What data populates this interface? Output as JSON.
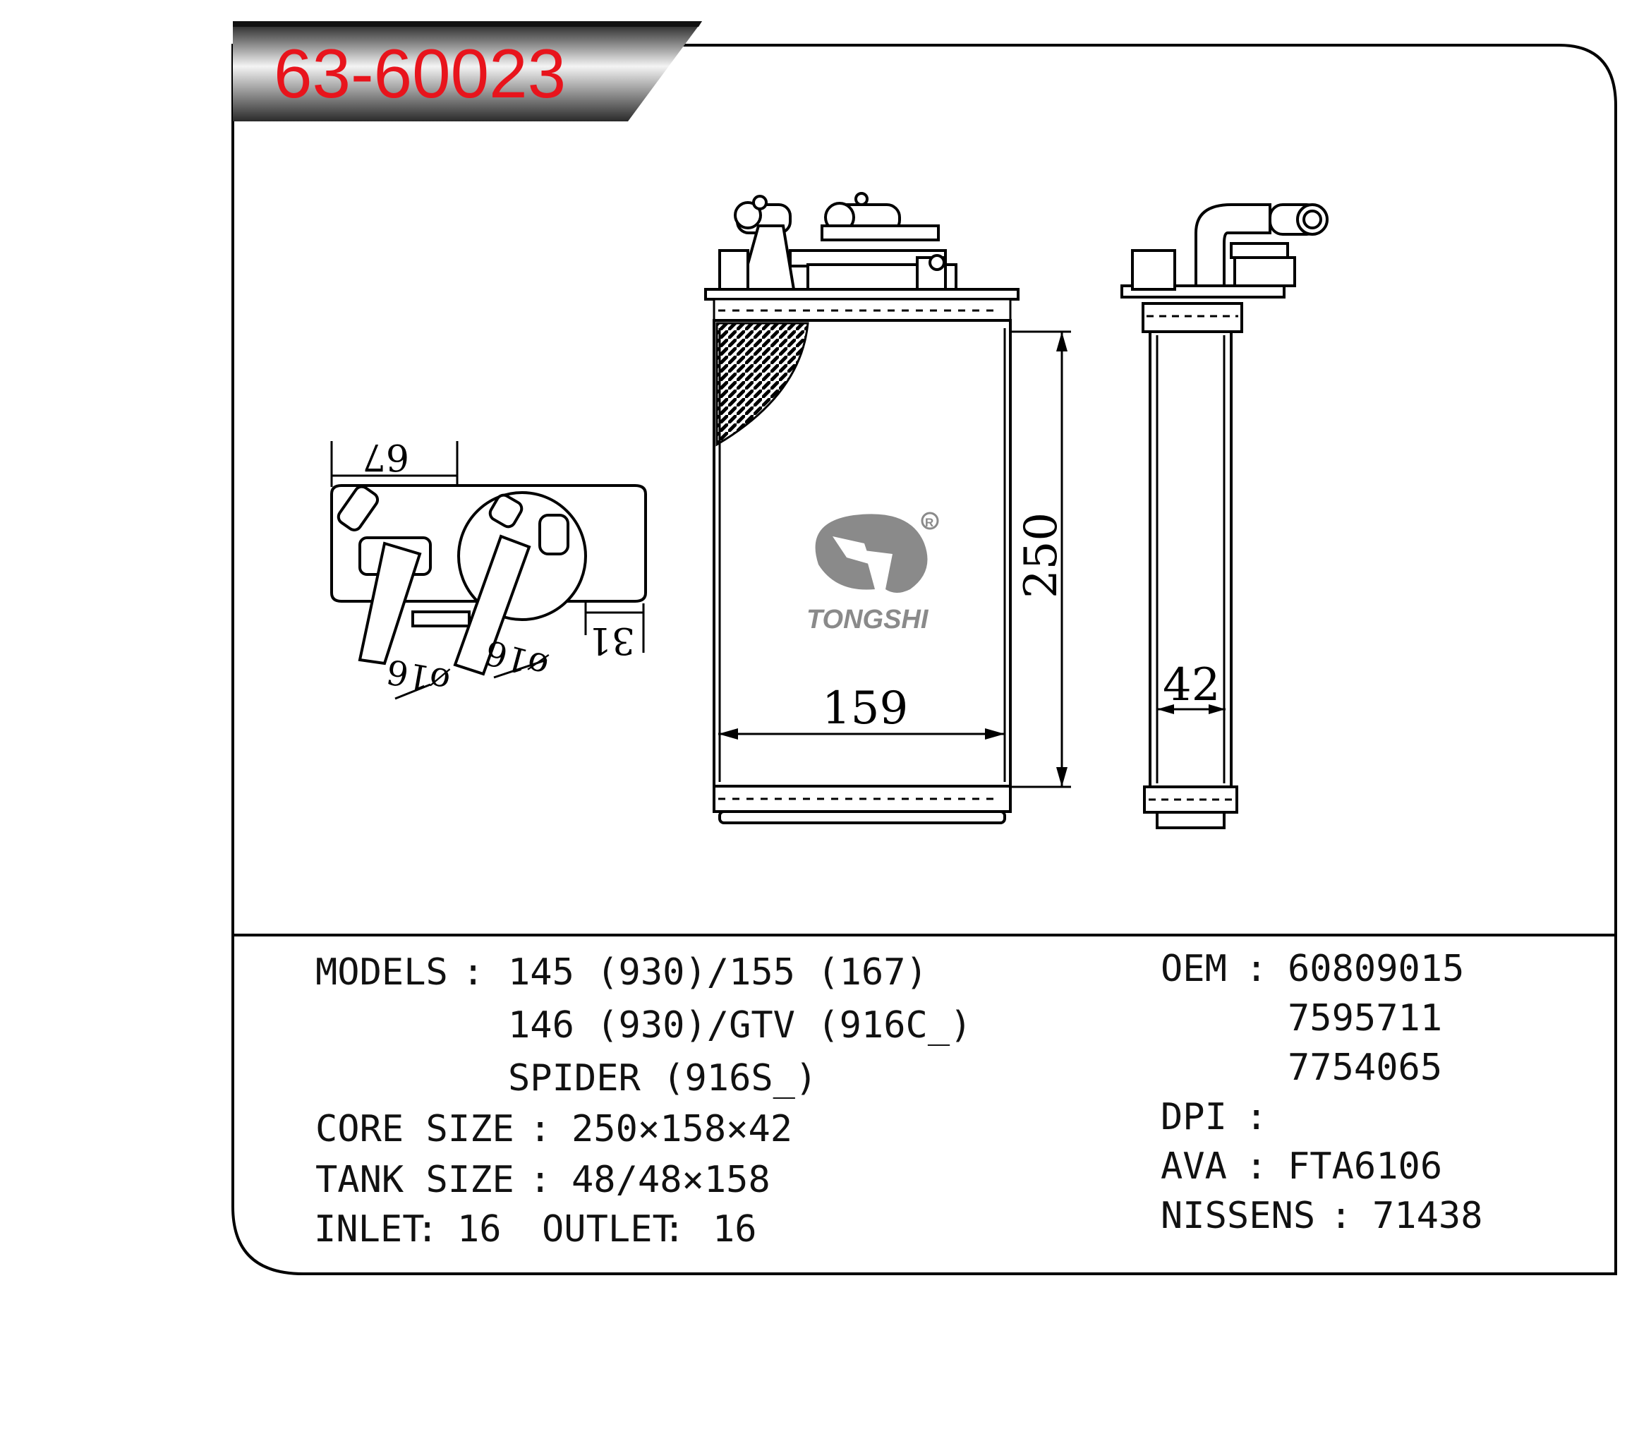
{
  "header": {
    "part_code": "63-60023",
    "part_code_color": "#e8141c",
    "banner_color": "#2a2a2a"
  },
  "brand": {
    "name": "TONGSHI",
    "registered_mark": "R",
    "logo_color": "#8a8a8a"
  },
  "dimensions": {
    "height": "250",
    "width": "159",
    "depth": "42",
    "pipe_spacing": "67",
    "pipe_offset": "31",
    "inlet_diameter": "ø16",
    "outlet_diameter": "ø16"
  },
  "specs": {
    "models_label": "MODELS",
    "models_line1": "145 (930)/155 (167)",
    "models_line2": "146 (930)/GTV (916C_)",
    "models_line3": "SPIDER (916S_)",
    "core_size_label": "CORE SIZE",
    "core_size": "250×158×42",
    "tank_size_label": "TANK SIZE",
    "tank_size": "48/48×158",
    "inlet_label": "INLET",
    "inlet": "16",
    "outlet_label": "OUTLET",
    "outlet": "16",
    "separator": ":"
  },
  "references": {
    "oem_label": "OEM",
    "oem_numbers": [
      "60809015",
      "7595711",
      "7754065"
    ],
    "dpi_label": "DPI",
    "dpi": "",
    "ava_label": "AVA",
    "ava": "FTA6106",
    "nissens_label": "NISSENS",
    "nissens": "71438"
  }
}
